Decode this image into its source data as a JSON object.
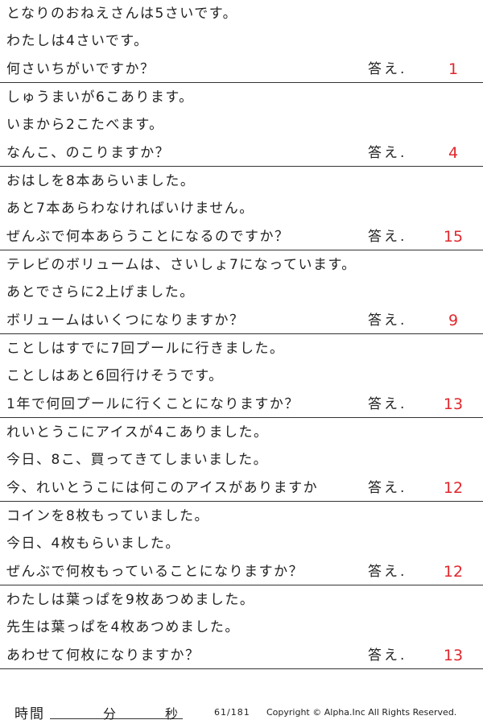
{
  "answer_label": "答え.",
  "problems": [
    {
      "lines": [
        "となりのおねえさんは5さいです。",
        "わたしは4さいです。",
        "何さいちがいですか？"
      ],
      "answer": "1"
    },
    {
      "lines": [
        "しゅうまいが6こあります。",
        "いまから2こたべます。",
        "なんこ、のこりますか？"
      ],
      "answer": "4"
    },
    {
      "lines": [
        "おはしを8本あらいました。",
        "あと7本あらわなければいけません。",
        "ぜんぶで何本あらうことになるのですか？"
      ],
      "answer": "15"
    },
    {
      "lines": [
        "テレビのボリュームは、さいしょ7になっています。",
        "あとでさらに2上げました。",
        "ボリュームはいくつになりますか？"
      ],
      "answer": "9"
    },
    {
      "lines": [
        "ことしはすでに7回プールに行きました。",
        "ことしはあと6回行けそうです。",
        "1年で何回プールに行くことになりますか？"
      ],
      "answer": "13"
    },
    {
      "lines": [
        "れいとうこにアイスが4こありました。",
        "今日、8こ、買ってきてしまいました。",
        "今、れいとうこには何このアイスがありますか"
      ],
      "answer": "12"
    },
    {
      "lines": [
        "コインを8枚もっていました。",
        "今日、4枚もらいました。",
        "ぜんぶで何枚もっていることになりますか？"
      ],
      "answer": "12"
    },
    {
      "lines": [
        "わたしは葉っぱを9枚あつめました。",
        "先生は葉っぱを4枚あつめました。",
        "あわせて何枚になりますか？"
      ],
      "answer": "13"
    }
  ],
  "footer": {
    "time_label": "時間",
    "minutes_label": "分",
    "seconds_label": "秒",
    "page": "61/181",
    "copyright": "Copyright ©  Alpha.Inc All Rights Reserved."
  }
}
